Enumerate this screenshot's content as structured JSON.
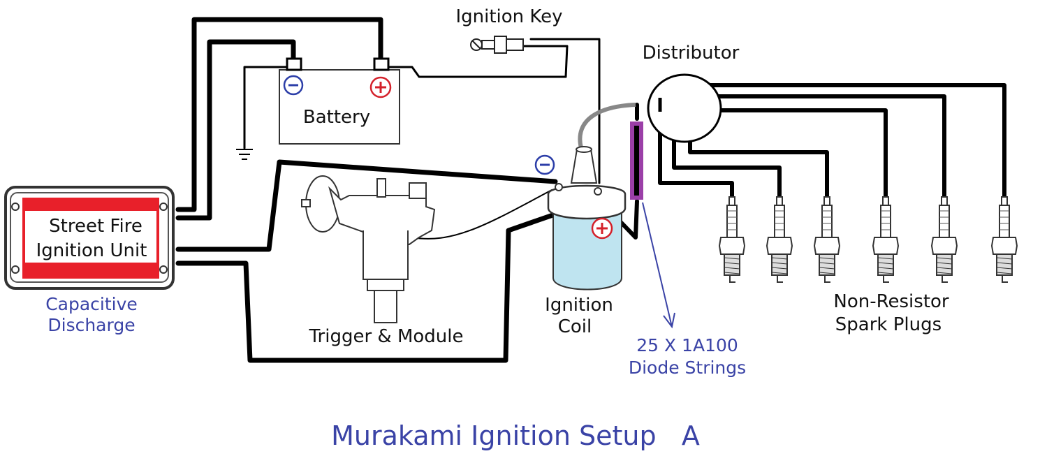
{
  "labels": {
    "ignition_key": "Ignition Key",
    "distributor": "Distributor",
    "battery": "Battery",
    "unit_line1": "Street Fire",
    "unit_line2": "Ignition Unit",
    "cd_line1": "Capacitive",
    "cd_line2": "Discharge",
    "trigger_module": "Trigger & Module",
    "coil_line1": "Ignition",
    "coil_line2": "Coil",
    "diode_line1": "25 X 1A100",
    "diode_line2": "Diode Strings",
    "plugs_line1": "Non-Resistor",
    "plugs_line2": "Spark Plugs",
    "title": "Murakami Ignition Setup   A"
  },
  "symbols": {
    "negative": "−",
    "positive": "+"
  },
  "icons": [
    "key-icon",
    "ground-icon",
    "spark-plug-icon",
    "distributor-cap-icon"
  ],
  "colors": {
    "wire": "#000000",
    "unit_red": "#e8202a",
    "coil_blue": "#bfe4f0",
    "diode_purple": "#9b3fa8",
    "label_blue": "#3a43a6",
    "neg_blue": "#2c3ea8",
    "pos_red": "#d4202a"
  }
}
